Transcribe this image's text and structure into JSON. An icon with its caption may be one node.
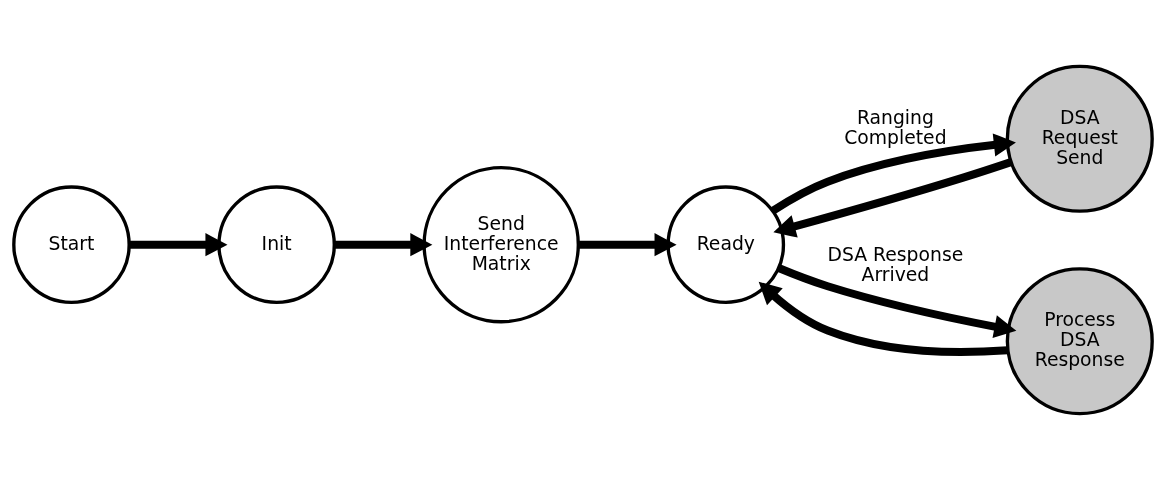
{
  "diagram": {
    "nodes": [
      {
        "text": [
          "Start"
        ]
      },
      {
        "text": [
          "Init"
        ]
      },
      {
        "text": [
          "Send Interference Matrix"
        ]
      },
      {
        "text": [
          "Ready"
        ]
      },
      {
        "text": [
          "DSA Request Send"
        ]
      },
      {
        "text": [
          "Process DSA Response"
        ]
      }
    ],
    "edges": [
      {
        "from": 0,
        "to": 1,
        "arrow": "to"
      },
      {
        "from": 1,
        "to": 2,
        "arrow": "to"
      },
      {
        "from": 2,
        "to": 3,
        "arrow": "to"
      },
      {
        "from": 3,
        "to": 4,
        "arrow": "to",
        "label": "Ranging Completed"
      },
      {
        "from": 4,
        "to": 3,
        "arrow": "to"
      },
      {
        "from": 3,
        "to": 5,
        "arrow": "to",
        "label": "DSA Response Arrived"
      },
      {
        "from": 5,
        "to": 3,
        "arrow": "to"
      }
    ]
  }
}
